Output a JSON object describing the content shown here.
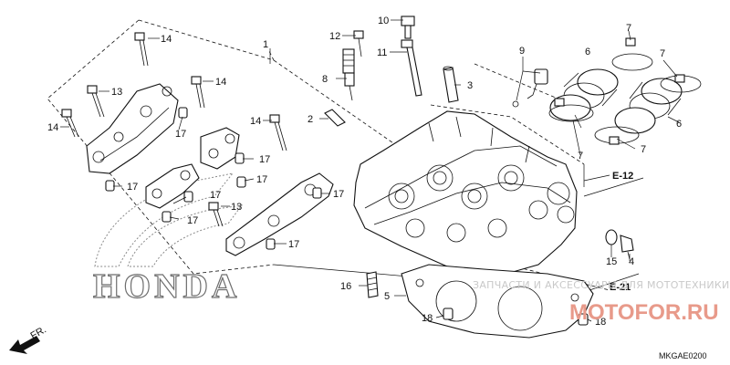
{
  "callouts": {
    "c1": "1",
    "c2": "2",
    "c3": "3",
    "c4": "4",
    "c5": "5",
    "c6a": "6",
    "c6b": "6",
    "c7a": "7",
    "c7b": "7",
    "c7c": "7",
    "c7d": "7",
    "c8": "8",
    "c9": "9",
    "c10": "10",
    "c11": "11",
    "c12": "12",
    "c13a": "13",
    "c13b": "13",
    "c14a": "14",
    "c14b": "14",
    "c14c": "14",
    "c14d": "14",
    "c15": "15",
    "c16": "16",
    "c17a": "17",
    "c17b": "17",
    "c17c": "17",
    "c17d": "17",
    "c17e": "17",
    "c17f": "17",
    "c17g": "17",
    "c17h": "17",
    "c18a": "18",
    "c18b": "18"
  },
  "refs": {
    "e12": "E-12",
    "e21": "E-21"
  },
  "direction_label": "FR.",
  "diagram_code": "MKGAE0200",
  "brand_logo_text": "HONDA",
  "watermark": {
    "text": "ЗАПЧАСТИ И АКСЕССУАРЫ ДЛЯ МОТОТЕХНИКИ",
    "url": "MOTOFOR.RU"
  },
  "colors": {
    "line": "#111111",
    "watermark_text": "#c9c9c9",
    "watermark_url": "#e89a8a",
    "logo": "#6e6e6e"
  }
}
